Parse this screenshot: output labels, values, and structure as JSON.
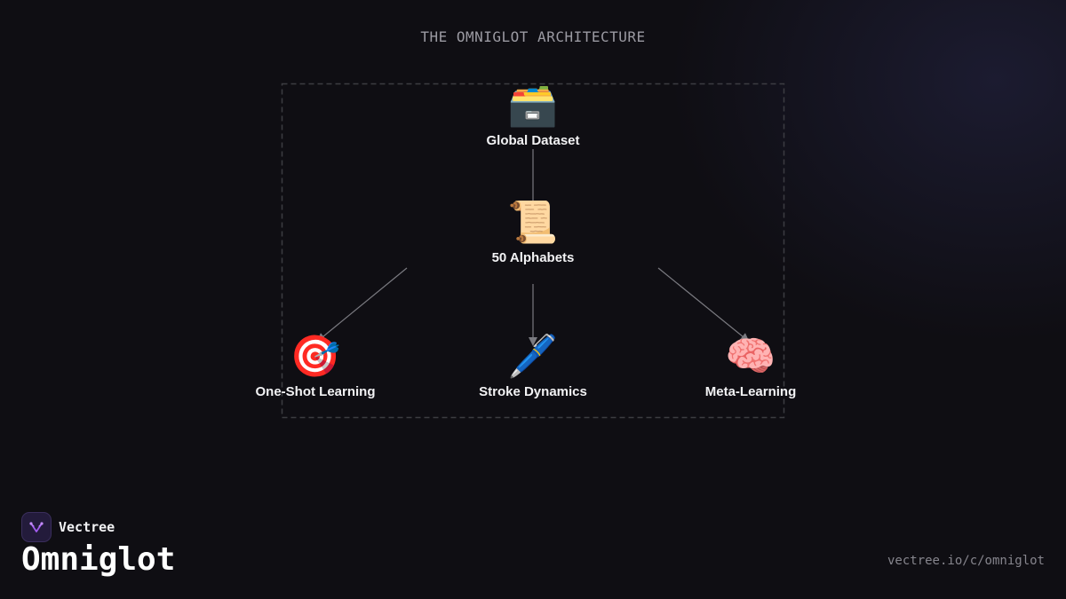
{
  "heading": "THE OMNIGLOT ARCHITECTURE",
  "nodes": {
    "root": {
      "label": "Global Dataset",
      "icon": "card-file-box-icon",
      "emoji": "🗃️"
    },
    "middle": {
      "label": "50 Alphabets",
      "icon": "scroll-icon",
      "emoji": "📜"
    },
    "left": {
      "label": "One-Shot Learning",
      "icon": "direct-hit-target-icon",
      "emoji": "🎯"
    },
    "center": {
      "label": "Stroke Dynamics",
      "icon": "pen-icon",
      "emoji": "🖊️"
    },
    "right": {
      "label": "Meta-Learning",
      "icon": "brain-icon",
      "emoji": "🧠"
    }
  },
  "edges": [
    {
      "from": "root",
      "to": "middle"
    },
    {
      "from": "middle",
      "to": "left"
    },
    {
      "from": "middle",
      "to": "center"
    },
    {
      "from": "middle",
      "to": "right"
    }
  ],
  "brand": {
    "name": "Vectree",
    "logo": "vectree-logo-icon"
  },
  "title": "Omniglot",
  "url": "vectree.io/c/omniglot",
  "colors": {
    "background": "#0f0e13",
    "text": "#f2f2f4",
    "muted": "#9b9aa2",
    "connector": "#7a7a80",
    "frame": "#3c3c42",
    "accent": "#a35cf0"
  }
}
